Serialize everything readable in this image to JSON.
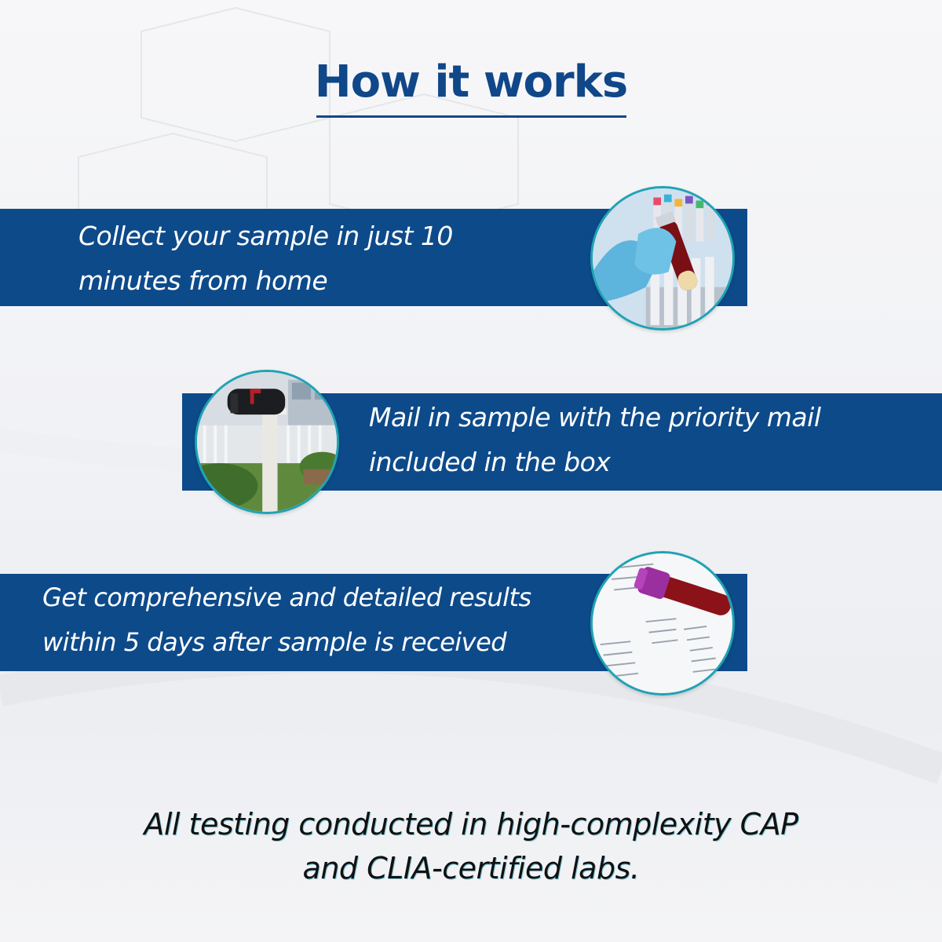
{
  "title": "How it works",
  "steps": [
    {
      "line1": "Collect your sample in just 10",
      "line2": "minutes from home",
      "icon": "blood-sample-tubes-image"
    },
    {
      "line1": "Mail in sample with the priority mail",
      "line2": "included in the box",
      "icon": "mailbox-image"
    },
    {
      "line1": "Get comprehensive and detailed results",
      "line2": "within 5 days after sample is received",
      "icon": "lab-results-image"
    }
  ],
  "footer": {
    "line1": "All testing conducted in high-complexity CAP",
    "line2": "and CLIA-certified labs."
  },
  "colors": {
    "brand_blue": "#0f4789",
    "band_blue": "#0d4a8a",
    "accent_teal": "#1fa3b4",
    "background": "#f2f3f6"
  }
}
